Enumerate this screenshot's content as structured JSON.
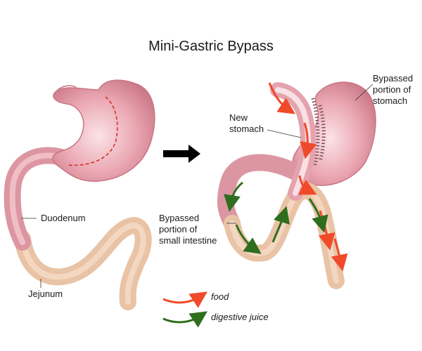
{
  "title": "Mini-Gastric Bypass",
  "labels": {
    "duodenum": "Duodenum",
    "jejunum": "Jejunum",
    "new_stomach": [
      "New",
      "stomach"
    ],
    "bypassed_stomach": [
      "Bypassed",
      "portion of",
      "stomach"
    ],
    "bypassed_intestine": [
      "Bypassed",
      "portion of",
      "small intestine"
    ]
  },
  "legend": {
    "food": "food",
    "digestive_juice": "digestive juice"
  },
  "colors": {
    "stomach": "#e8a3ae",
    "stomach_shade": "#c97584",
    "intestine": "#e9c3a6",
    "food_arrow": "#f04a2a",
    "juice_arrow": "#2f6e1e",
    "staples": "#7a4a57"
  }
}
